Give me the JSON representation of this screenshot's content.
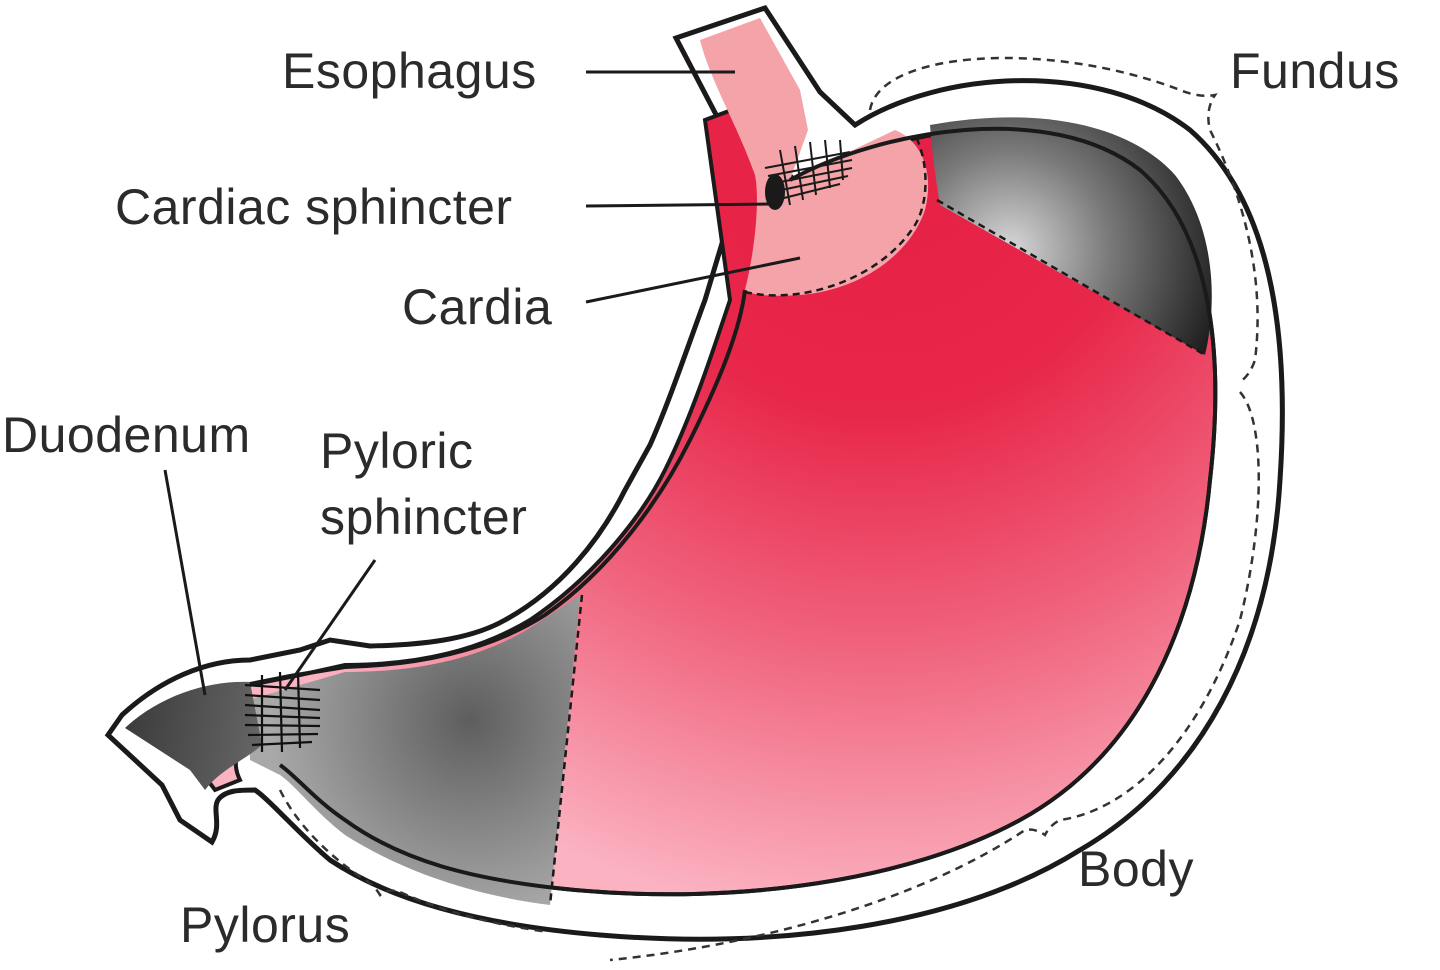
{
  "diagram": {
    "labels": {
      "esophagus": "Esophagus",
      "fundus": "Fundus",
      "cardiac_sphincter": "Cardiac sphincter",
      "cardia": "Cardia",
      "duodenum": "Duodenum",
      "pyloric_sphincter_line1": "Pyloric",
      "pyloric_sphincter_line2": "sphincter",
      "body": "Body",
      "pylorus": "Pylorus"
    },
    "colors": {
      "body_red": "#e8274a",
      "body_light": "#f9a6b6",
      "esophagus_pink": "#f4a3a8",
      "fundus_dark": "#2a2a2a",
      "pylorus_gray": "#8a8a8a",
      "outline": "#1a1a1a"
    }
  }
}
